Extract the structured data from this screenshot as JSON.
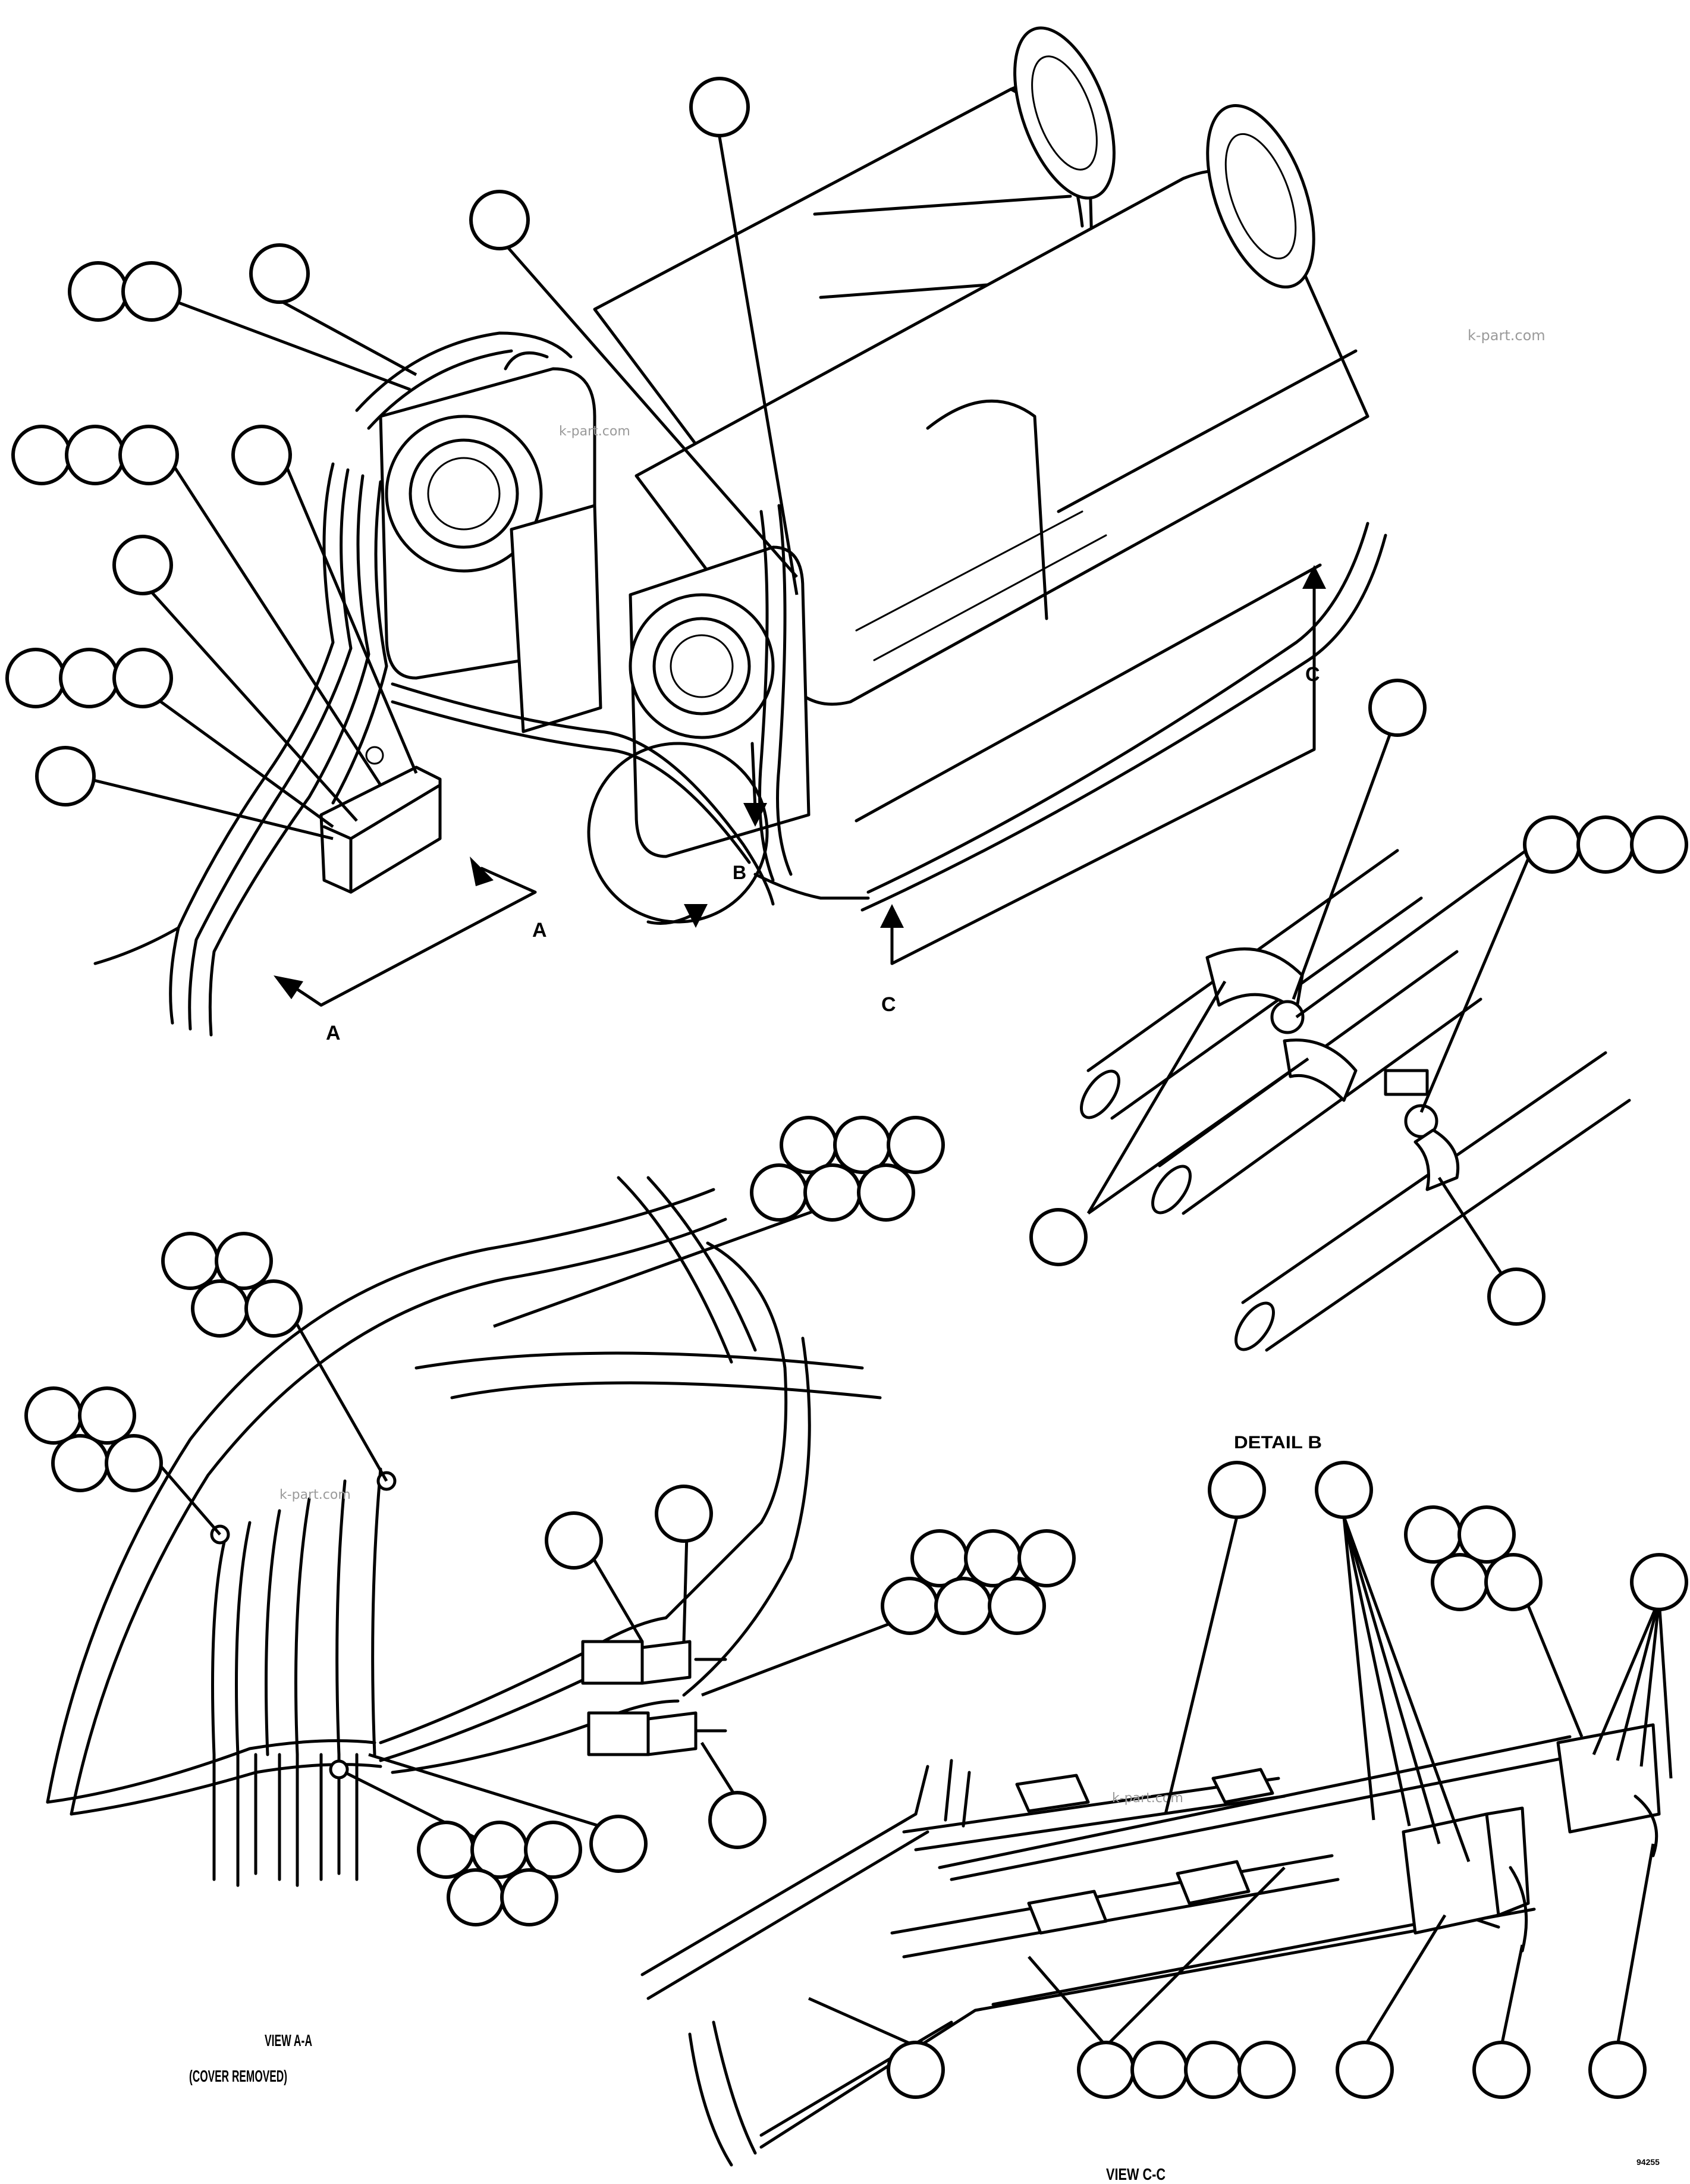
{
  "view_labels": {
    "view_aa": "VIEW A-A",
    "cover_removed": "(COVER REMOVED)",
    "detail_b": "DETAIL B",
    "view_cc": "VIEW C-C"
  },
  "section_markers": {
    "a_upper": "A",
    "a_lower": "A",
    "c_upper": "C",
    "c_lower": "C",
    "b": "B"
  },
  "watermark": {
    "text_1": "k-part.com",
    "text_2": "k-part.com",
    "text_3": "k-part.com",
    "text_4": "k-part.com"
  },
  "drawing_number": "94255",
  "colors": {
    "line": "#000000",
    "background": "#ffffff",
    "watermark": "#9a9a9a"
  }
}
